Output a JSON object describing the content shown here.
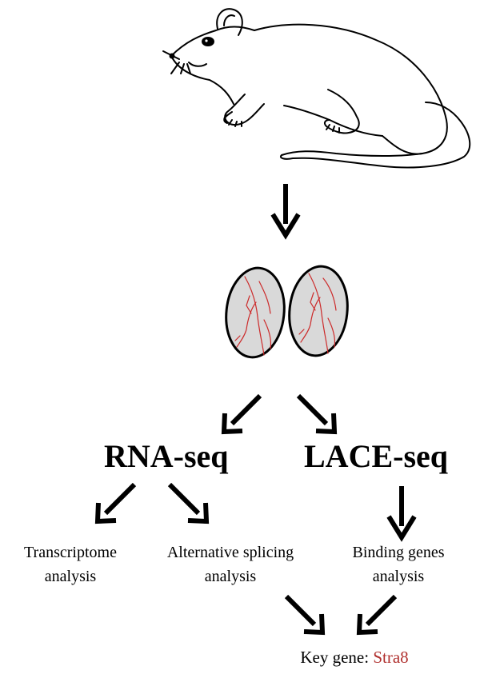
{
  "methods": {
    "rna_seq": "RNA-seq",
    "lace_seq": "LACE-seq"
  },
  "analyses": {
    "transcriptome": [
      "Transcriptome",
      "analysis"
    ],
    "alternative_splicing": [
      "Alternative splicing",
      "analysis"
    ],
    "binding_genes": [
      "Binding genes",
      "analysis"
    ]
  },
  "result": {
    "prefix": "Key gene: ",
    "gene": "Stra8"
  },
  "colors": {
    "gene_text": "#b0302e",
    "testis_fill": "#d9d9d9",
    "testis_vessel": "#cc2a2a",
    "ink": "#000000"
  },
  "icons": [
    "mouse-icon",
    "testis-pair-icon",
    "down-arrow-icon"
  ]
}
